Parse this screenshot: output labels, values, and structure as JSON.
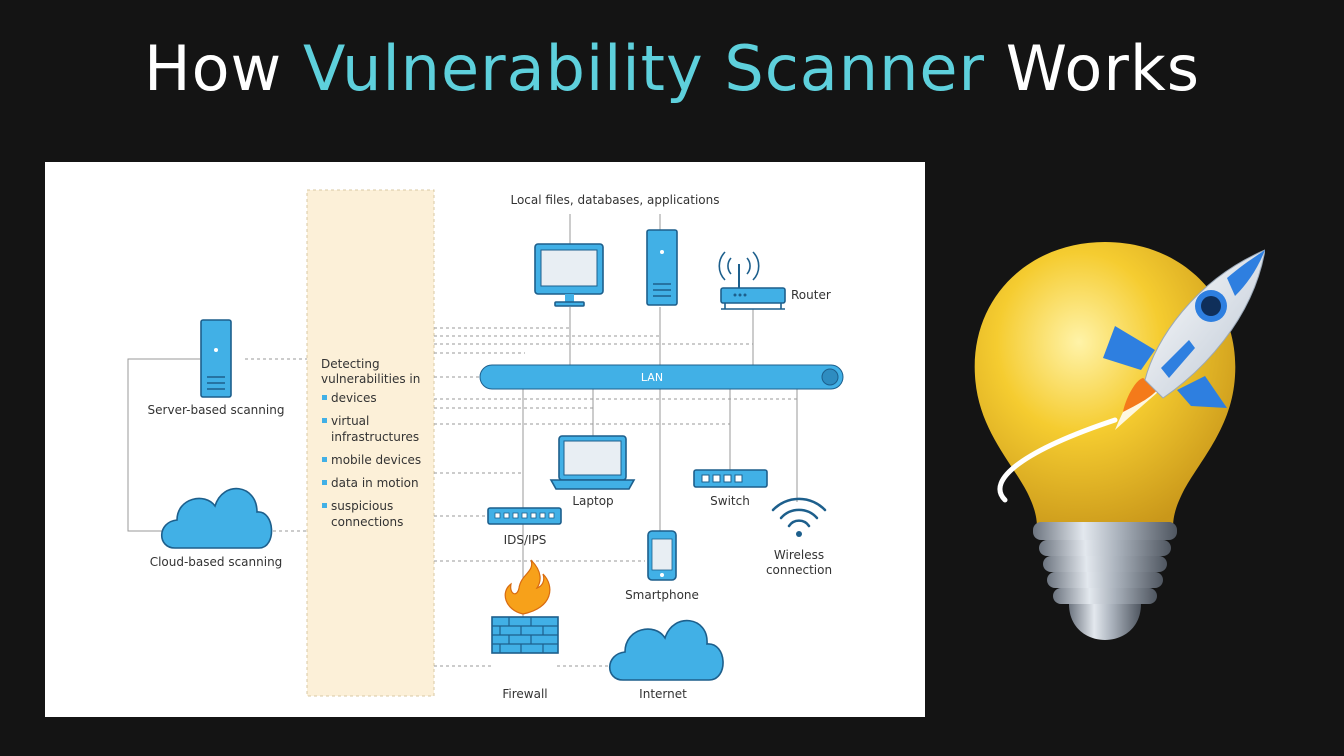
{
  "title": {
    "part1": "How ",
    "accent": "Vulnerability Scanner",
    "part2": " Works"
  },
  "colors": {
    "background": "#141414",
    "accent": "#5ed0dc",
    "device_blue": "#41b0e6",
    "device_outline": "#1d5f8c",
    "scan_panel": "#fcf0d8",
    "bulb_yellow": "#f2c52c"
  },
  "diagram": {
    "local_files": "Local files, databases, applications",
    "router": "Router",
    "server_based": "Server-based scanning",
    "cloud_based": "Cloud-based scanning",
    "detect_line1": "Detecting",
    "detect_line2": "vulnerabilities in",
    "items": {
      "devices": "devices",
      "virtual1": "virtual",
      "virtual2": "infrastructures",
      "mobile": "mobile devices",
      "data_motion": "data in motion",
      "suspicious1": "suspicious",
      "suspicious2": "connections"
    },
    "lan": "LAN",
    "laptop": "Laptop",
    "switch": "Switch",
    "ids_ips": "IDS/IPS",
    "wireless1": "Wireless",
    "wireless2": "connection",
    "smartphone": "Smartphone",
    "firewall": "Firewall",
    "internet": "Internet"
  },
  "icons": [
    "monitor-icon",
    "server-tower-icon",
    "router-icon",
    "server-icon",
    "cloud-icon",
    "laptop-icon",
    "switch-icon",
    "ids-ips-icon",
    "wifi-icon",
    "smartphone-icon",
    "firewall-icon",
    "internet-cloud-icon",
    "lightbulb-rocket-icon"
  ]
}
